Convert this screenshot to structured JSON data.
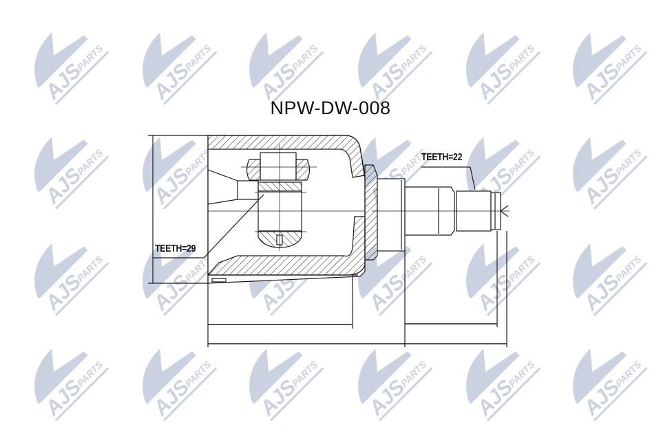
{
  "drawing": {
    "part_number": "NPW-DW-008",
    "label_left": "TEETH=29",
    "label_right": "TEETH=22",
    "line_color": "#1a1a1a"
  },
  "watermark": {
    "text_main": "AJS",
    "text_sub": "PARTS",
    "color": "#c5cede",
    "columns_x": [
      38,
      195,
      350,
      508,
      665,
      820
    ],
    "rows_y": [
      28,
      180,
      335,
      488
    ]
  }
}
